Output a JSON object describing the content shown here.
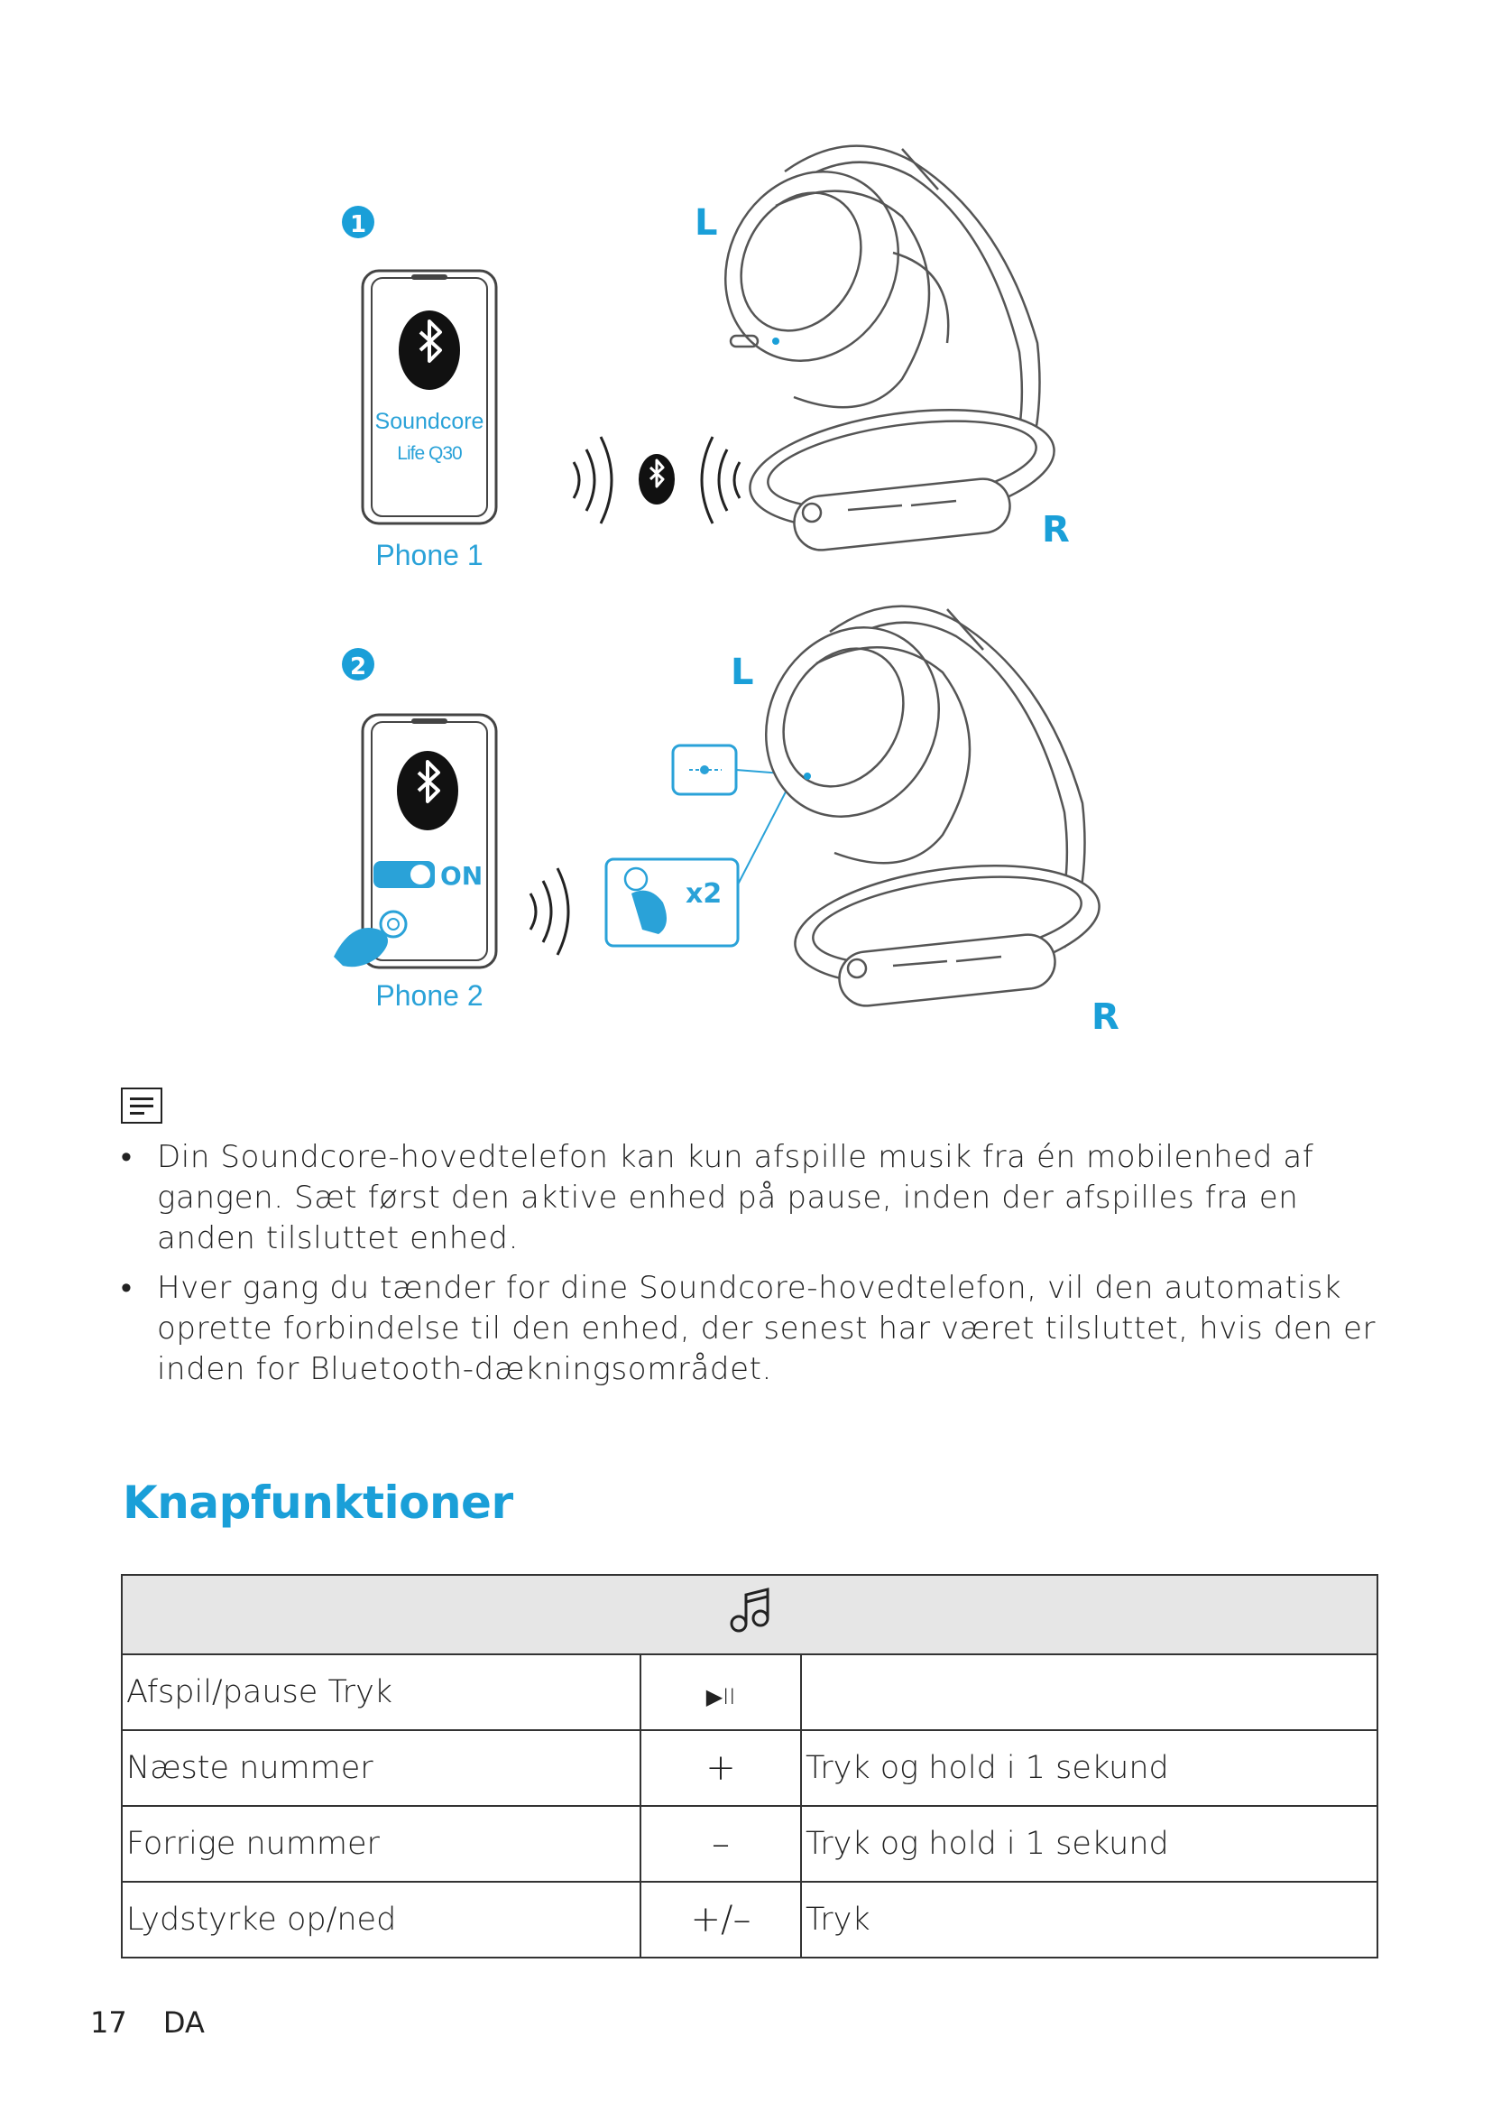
{
  "figure": {
    "step1_number": "1",
    "step2_number": "2",
    "phone1": {
      "app_line1": "Soundcore",
      "app_line2": "Life Q30",
      "label": "Phone 1"
    },
    "phone2": {
      "toggle_label": "ON",
      "label": "Phone 2"
    },
    "press_count": "x2",
    "left_label": "L",
    "right_label": "R",
    "colors": {
      "accent": "#1a9fd8",
      "line": "#555555"
    }
  },
  "notes": {
    "icon": "note-icon",
    "bullets": [
      "Din Soundcore-hovedtelefon kan kun afspille musik fra én mobilenhed af gangen. Sæt først den aktive enhed på pause, inden der afspilles fra en anden tilsluttet enhed.",
      "Hver gang du tænder for dine Soundcore-hovedtelefon, vil den automatisk oprette forbindelse til den enhed, der senest har været tilsluttet, hvis den er inden for Bluetooth-dækningsområdet."
    ]
  },
  "section_title": "Knapfunktioner",
  "table": {
    "header_icon": "music-note-icon",
    "rows": [
      {
        "function": "Afspil/pause Tryk",
        "button": "▶II",
        "action": ""
      },
      {
        "function": "Næste nummer",
        "button": "+",
        "action": "Tryk og hold i 1 sekund"
      },
      {
        "function": "Forrige nummer",
        "button": "–",
        "action": "Tryk og hold i 1 sekund"
      },
      {
        "function": "Lydstyrke op/ned",
        "button": "+/–",
        "action": "Tryk"
      }
    ]
  },
  "footer": {
    "page_number": "17",
    "language": "DA"
  }
}
